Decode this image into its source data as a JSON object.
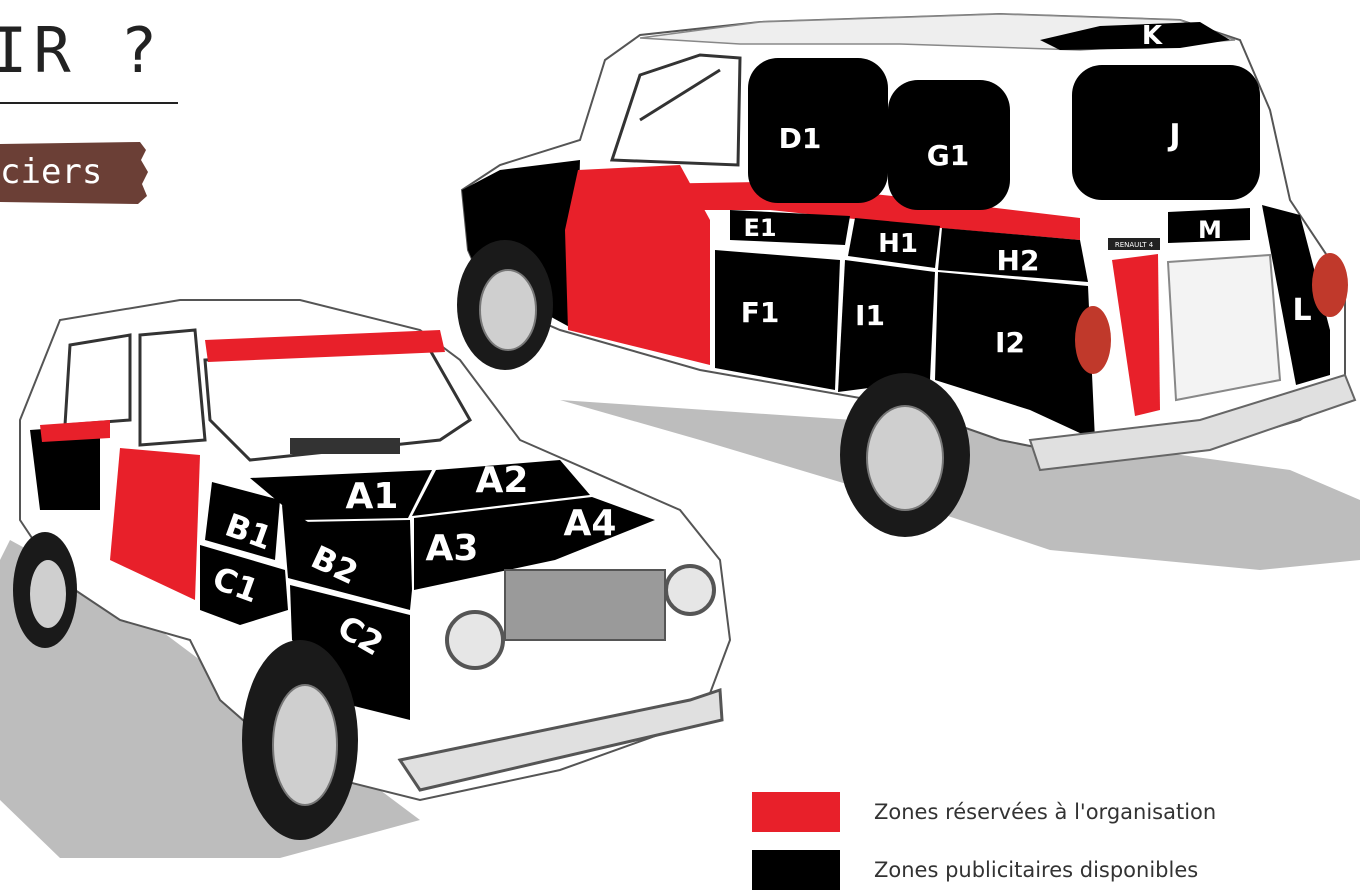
{
  "header": {
    "title": "IR ?",
    "tag": "ciers"
  },
  "colors": {
    "reserved": "#e8202a",
    "available": "#000000",
    "tag_bg": "#6b3f36",
    "body": "#ffffff",
    "shadow": "#bdbdbd"
  },
  "zones": {
    "A1": "A1",
    "A2": "A2",
    "A3": "A3",
    "A4": "A4",
    "B1": "B1",
    "B2": "B2",
    "C1": "C1",
    "C2": "C2",
    "D1": "D1",
    "E1": "E1",
    "F1": "F1",
    "G1": "G1",
    "H1": "H1",
    "H2": "H2",
    "I1": "I1",
    "I2": "I2",
    "J": "J",
    "K": "K",
    "L": "L",
    "M": "M"
  },
  "car_badge": "RENAULT 4",
  "legend": [
    {
      "label": "Zones réservées à l'organisation",
      "color": "#e8202a"
    },
    {
      "label": "Zones publicitaires disponibles",
      "color": "#000000"
    }
  ]
}
